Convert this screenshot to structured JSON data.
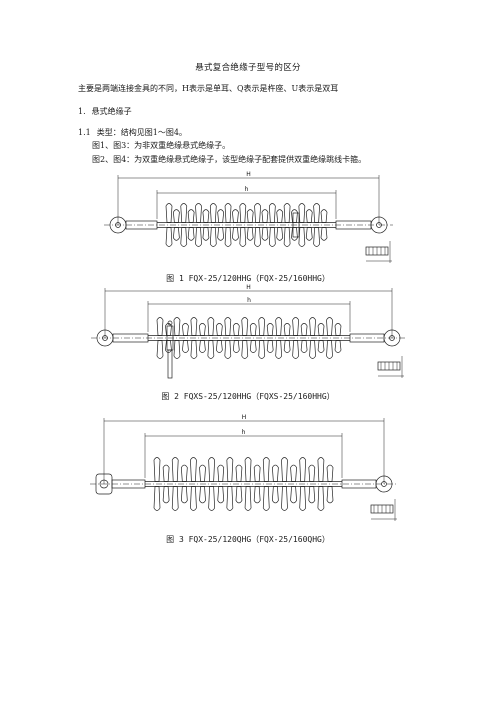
{
  "doc": {
    "title": "悬式复合绝缘子型号的区分",
    "intro": "主要是两端连接金具的不同，H表示是单耳、Q表示是杵座、U表示是双耳",
    "section1": {
      "number": "1.",
      "text": "悬式绝缘子"
    },
    "section11": {
      "number": "1.1",
      "text": "类型：结构见图1～图4。"
    },
    "line_fig13": "图1、图3：为非双重绝缘悬式绝缘子。",
    "line_fig24": "图2、图4：为双重绝缘悬式绝缘子，该型绝缘子配套提供双重绝缘跳线卡箍。"
  },
  "figures": [
    {
      "caption": "图 1 FQX-25/120HHG（FQX-25/160HHG）",
      "dim_H": "H",
      "dim_h": "h"
    },
    {
      "caption": "图 2 FQXS-25/120HHG（FQXS-25/160HHG）",
      "dim_H": "H",
      "dim_h": "h"
    },
    {
      "caption": "图 3 FQX-25/120QHG（FQX-25/160QHG）",
      "dim_H": "H",
      "dim_h": "h"
    }
  ]
}
